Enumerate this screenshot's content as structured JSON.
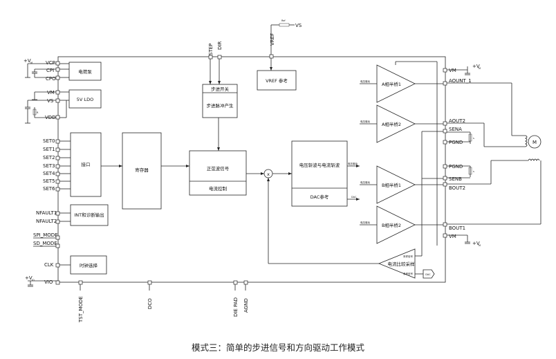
{
  "left_pins": {
    "vcp": "VCP",
    "cpi": "CPI",
    "cpo": "CPO",
    "vm": "VM",
    "vs": "VS",
    "vdd": "VDD",
    "set0": "SET0",
    "set1": "SET1",
    "set2": "SET2",
    "set3": "SET3",
    "set4": "SET4",
    "set5": "SET5",
    "set6": "SET6",
    "nfault1": "NFAULT1",
    "nfault2": "NFAULT2",
    "spi_mode": "SPI_MODE",
    "sd_mode": "SD_MODE",
    "clk": "CLK",
    "vio": "VIO"
  },
  "top_pins": {
    "step": "STEP",
    "dir": "DIR",
    "vref": "VREF",
    "ref": "Ref",
    "vs": "VS"
  },
  "right_pins": {
    "vm_top": "VM",
    "aount1": "AOUNT_1",
    "aout2": "AOUT2",
    "sena": "SENA",
    "pgnd_a": "PGND",
    "pgnd_b": "PGND",
    "senb": "SENB",
    "bout2": "BOUT2",
    "bout1": "BOUT1",
    "vm_bottom": "VM"
  },
  "bottom_pins": {
    "tst_mode": "TST_MODE",
    "dco": "DCO",
    "die_pad": "DIE PAD",
    "agnd": "AGND"
  },
  "supply": {
    "vm": "+V",
    "vm_sub": "M",
    "vio": "+V",
    "vio_sub": "IO",
    "rs": "R",
    "rs_sub": "s"
  },
  "blocks": {
    "charge_pump": "电荷泵",
    "ldo": "5V LDO",
    "interface": "接口",
    "register": "寄存器",
    "step_switch": "步进开关",
    "step_pulse": "步进脉冲产生",
    "sine_signal": "正弦波信号",
    "current_control": "电流控制",
    "chopper": "电压斩波与电流斩波",
    "dac_ref": "DAC参考",
    "vref_ref": "VREF 参考",
    "int_diag": "INT和诊断输出",
    "clock_sel": "时钟选择",
    "a_bridge1": "A相半桥1",
    "a_bridge2": "A相半桥2",
    "b_bridge1": "B相半桥1",
    "b_bridge2": "B相半桥2",
    "current_sense": "电流比较采样",
    "dac": "DAC",
    "multiplier": "x",
    "motor": "M"
  },
  "small_labels": {
    "gate_drive": "电压驱动",
    "dac": "DAC",
    "sense_signal": "采样信号",
    "ref_signal": "参考信号"
  },
  "caption": "模式三：简单的步进信号和方向驱动工作模式"
}
